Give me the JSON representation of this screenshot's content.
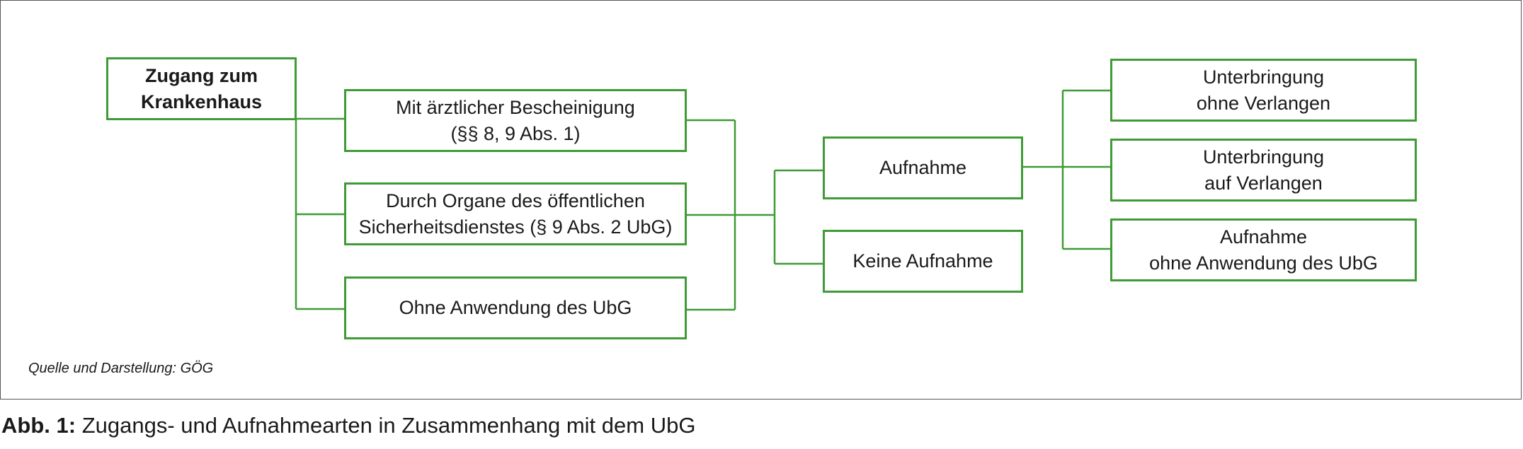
{
  "diagram": {
    "root": {
      "line1": "Zugang zum",
      "line2": "Krankenhaus"
    },
    "access": [
      {
        "line1": "Mit ärztlicher Bescheinigung",
        "line2": "(§§ 8, 9 Abs. 1)"
      },
      {
        "line1": "Durch Organe des öffentlichen",
        "line2": "Sicherheitsdienstes (§ 9 Abs. 2 UbG)"
      },
      {
        "line1": "Ohne Anwendung des UbG",
        "line2": ""
      }
    ],
    "admission": [
      {
        "line1": "Aufnahme",
        "line2": ""
      },
      {
        "line1": "Keine Aufnahme",
        "line2": ""
      }
    ],
    "placement": [
      {
        "line1": "Unterbringung",
        "line2": "ohne Verlangen"
      },
      {
        "line1": "Unterbringung",
        "line2": "auf Verlangen"
      },
      {
        "line1": "Aufnahme",
        "line2": "ohne Anwendung des UbG"
      }
    ],
    "colors": {
      "border": "#3f9b35",
      "frame": "#555555"
    }
  },
  "source": "Quelle und Darstellung: GÖG",
  "caption": {
    "label": "Abb. 1:",
    "text": "Zugangs- und Aufnahmearten in Zusammenhang mit dem UbG"
  }
}
